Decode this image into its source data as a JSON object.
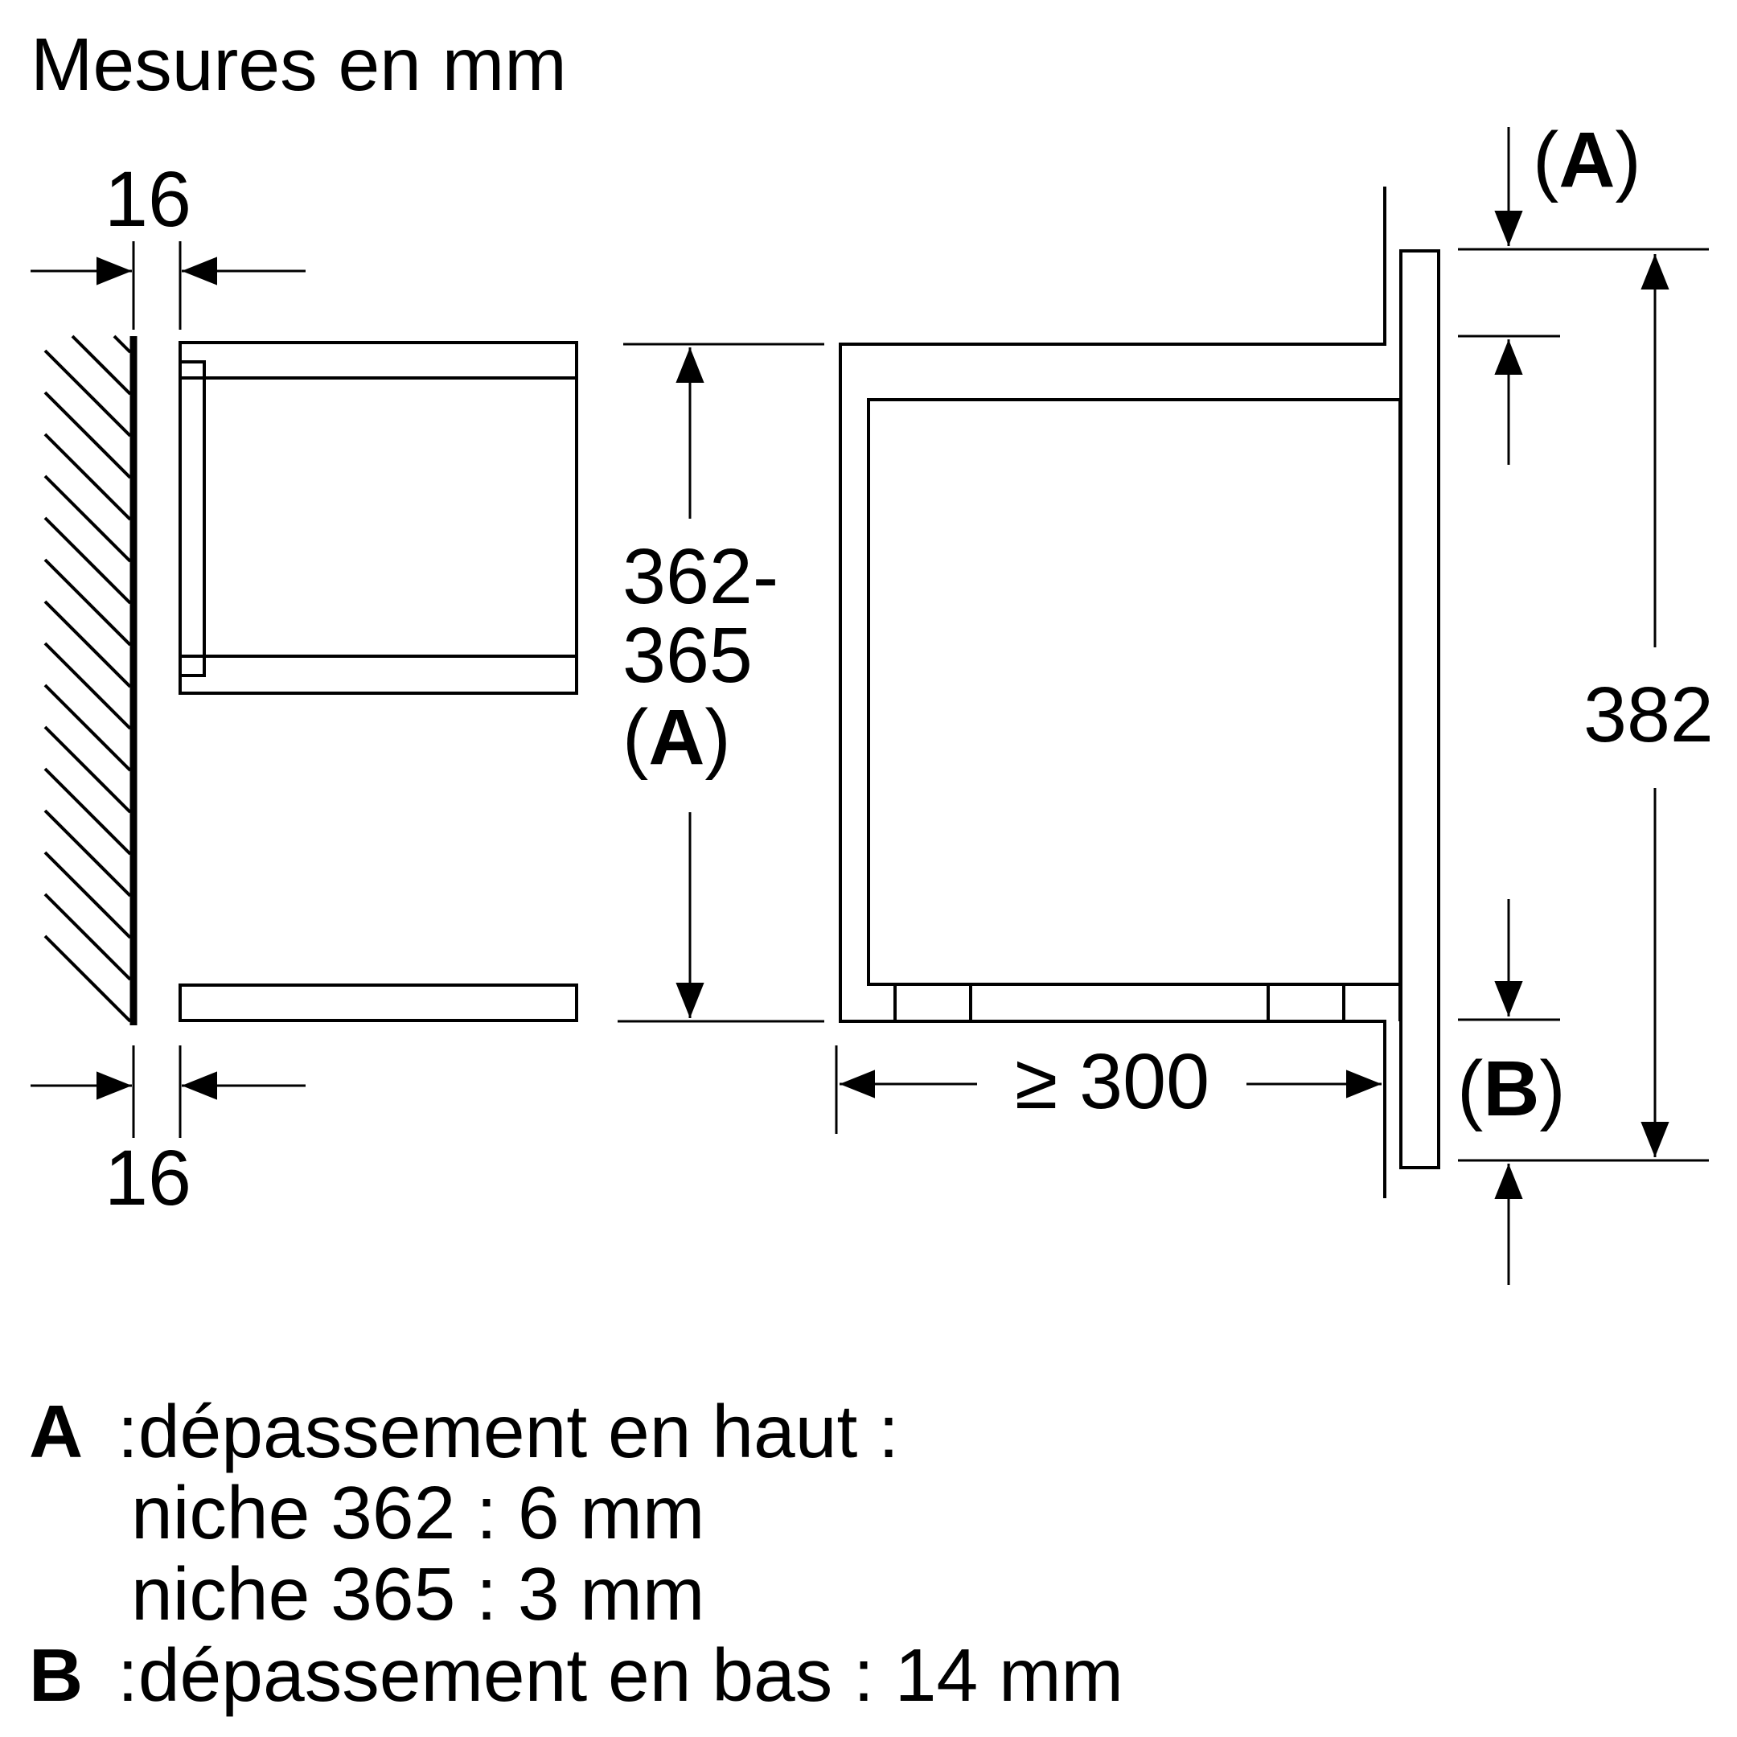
{
  "title": "Mesures en mm",
  "dimensions": {
    "wall_gap_top": "16",
    "wall_gap_bottom": "16",
    "niche_height_line1": "362-",
    "niche_height_line2": "365",
    "niche_height_letter": "A",
    "min_depth": "≥ 300",
    "front_height": "382",
    "top_overhang_letter": "A",
    "bottom_overhang_letter": "B"
  },
  "legend": {
    "a_key": "A",
    "a_text": ":dépassement en haut :",
    "a_detail_1": "niche 362 : 6 mm",
    "a_detail_2": "niche 365 : 3 mm",
    "b_key": "B",
    "b_text": ":dépassement en bas : 14 mm"
  },
  "colors": {
    "line": "#000000",
    "background": "#ffffff"
  }
}
